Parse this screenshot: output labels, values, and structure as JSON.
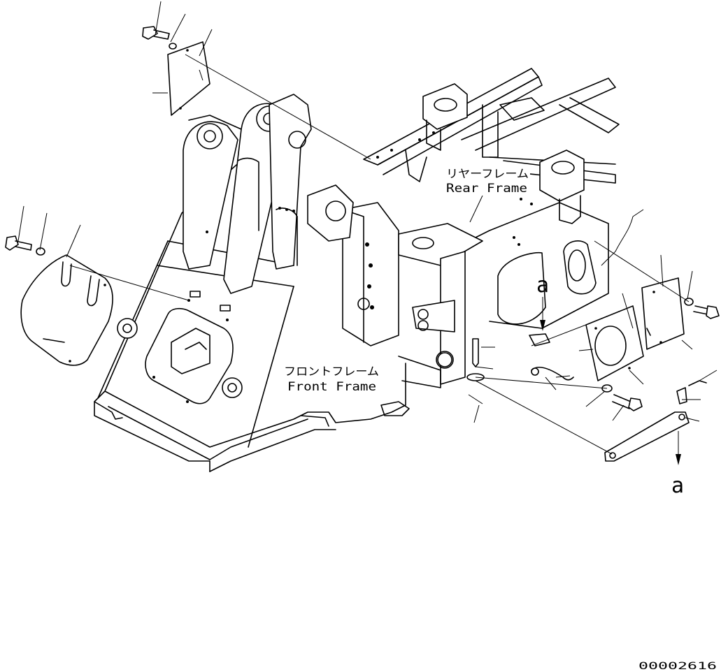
{
  "labels": {
    "rear_frame_jp": "リヤーフレーム",
    "rear_frame_en": "Rear Frame",
    "front_frame_jp": "フロントフレーム",
    "front_frame_en": "Front Frame",
    "ref_a_upper": "a",
    "ref_a_lower": "a"
  },
  "drawing_number": "00002616"
}
